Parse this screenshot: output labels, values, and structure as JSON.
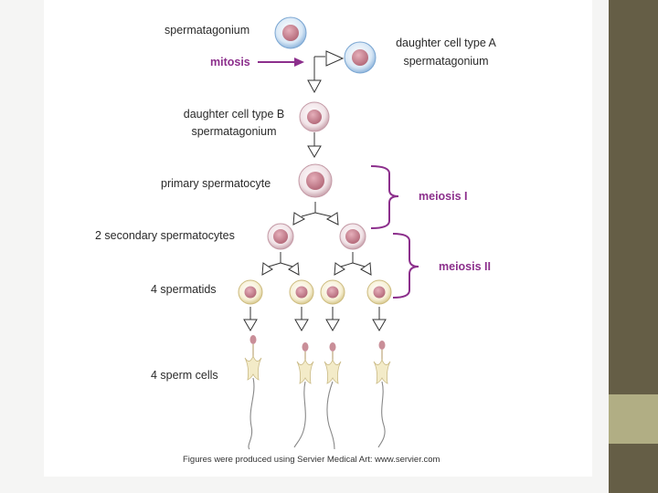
{
  "labels": {
    "spermatagonium": "spermatagonium",
    "mitosis": "mitosis",
    "daughter_a_line1": "daughter cell type A",
    "daughter_a_line2": "spermatagonium",
    "daughter_b_line1": "daughter cell type B",
    "daughter_b_line2": "spermatagonium",
    "primary_spermatocyte": "primary spermatocyte",
    "meiosis_1": "meiosis I",
    "secondary_spermatocytes": "2 secondary spermatocytes",
    "meiosis_2": "meiosis II",
    "spermatids": "4 spermatids",
    "sperm_cells": "4 sperm cells"
  },
  "credit": "Figures were produced using Servier Medical Art: www.servier.com",
  "colors": {
    "accent_purple": "#8c2f8c",
    "sidebar": "#655e46",
    "sidebar_accent": "#b1ae84",
    "cell_nucleus": "#c77e8c",
    "cell_membrane_blue": "#8fb5dc",
    "cell_membrane_cream": "#ece2b8"
  }
}
